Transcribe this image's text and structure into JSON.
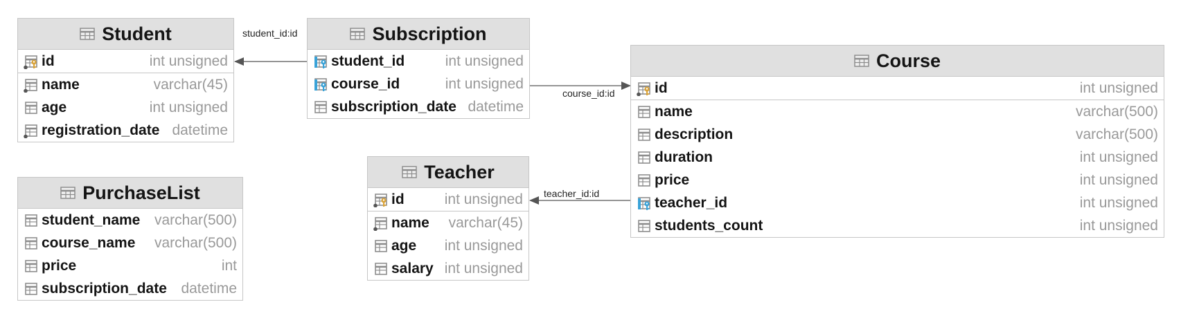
{
  "tables": {
    "student": {
      "name": "Student",
      "columns": [
        {
          "name": "id",
          "type": "int unsigned",
          "icon": "primary-key-icon"
        },
        {
          "name": "name",
          "type": "varchar(45)",
          "icon": "not-null-column-icon"
        },
        {
          "name": "age",
          "type": "int unsigned",
          "icon": "column-icon"
        },
        {
          "name": "registration_date",
          "type": "datetime",
          "icon": "not-null-column-icon"
        }
      ]
    },
    "subscription": {
      "name": "Subscription",
      "columns": [
        {
          "name": "student_id",
          "type": "int unsigned",
          "icon": "foreign-key-icon"
        },
        {
          "name": "course_id",
          "type": "int unsigned",
          "icon": "foreign-key-icon"
        },
        {
          "name": "subscription_date",
          "type": "datetime",
          "icon": "column-icon"
        }
      ]
    },
    "course": {
      "name": "Course",
      "columns": [
        {
          "name": "id",
          "type": "int unsigned",
          "icon": "primary-key-icon"
        },
        {
          "name": "name",
          "type": "varchar(500)",
          "icon": "column-icon"
        },
        {
          "name": "description",
          "type": "varchar(500)",
          "icon": "column-icon"
        },
        {
          "name": "duration",
          "type": "int unsigned",
          "icon": "column-icon"
        },
        {
          "name": "price",
          "type": "int unsigned",
          "icon": "column-icon"
        },
        {
          "name": "teacher_id",
          "type": "int unsigned",
          "icon": "foreign-key-icon"
        },
        {
          "name": "students_count",
          "type": "int unsigned",
          "icon": "column-icon"
        }
      ]
    },
    "teacher": {
      "name": "Teacher",
      "columns": [
        {
          "name": "id",
          "type": "int unsigned",
          "icon": "primary-key-icon"
        },
        {
          "name": "name",
          "type": "varchar(45)",
          "icon": "not-null-column-icon"
        },
        {
          "name": "age",
          "type": "int unsigned",
          "icon": "column-icon"
        },
        {
          "name": "salary",
          "type": "int unsigned",
          "icon": "column-icon"
        }
      ]
    },
    "purchaselist": {
      "name": "PurchaseList",
      "columns": [
        {
          "name": "student_name",
          "type": "varchar(500)",
          "icon": "column-icon"
        },
        {
          "name": "course_name",
          "type": "varchar(500)",
          "icon": "column-icon"
        },
        {
          "name": "price",
          "type": "int",
          "icon": "column-icon"
        },
        {
          "name": "subscription_date",
          "type": "datetime",
          "icon": "column-icon"
        }
      ]
    }
  },
  "relations": {
    "student_sub": "student_id:id",
    "course_sub": "course_id:id",
    "teacher_course": "teacher_id:id"
  },
  "colors": {
    "header_bg": "#e0e0e0",
    "border": "#c6c6c6",
    "type_text": "#999999",
    "key_gold": "#d9a33a",
    "key_blue": "#3aa3d8",
    "icon_gray": "#8d8d8d"
  }
}
